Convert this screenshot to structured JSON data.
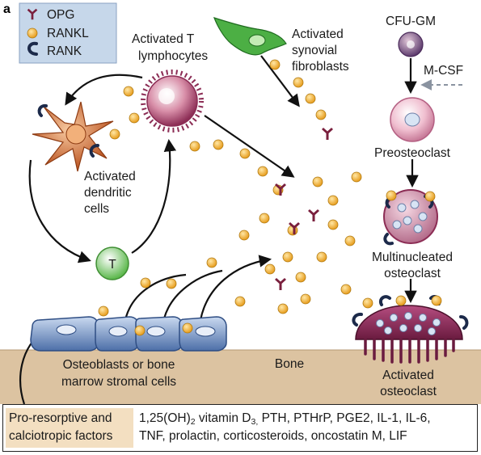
{
  "panel_letter": "a",
  "legend": {
    "items": [
      {
        "icon": "opg-icon",
        "label": "OPG"
      },
      {
        "icon": "rankl-icon",
        "label": "RANKL"
      },
      {
        "icon": "rank-icon",
        "label": "RANK"
      }
    ]
  },
  "labels": {
    "t_lymphocytes": [
      "Activated T",
      "lymphocytes"
    ],
    "synovial_fibroblasts": [
      "Activated",
      "synovial",
      "fibroblasts"
    ],
    "cfu_gm": "CFU-GM",
    "m_csf": "M-CSF",
    "preosteoclast": "Preosteoclast",
    "dendritic_cells": [
      "Activated",
      "dendritic",
      "cells"
    ],
    "t_cell": "T",
    "multinucleated": [
      "Multinucleated",
      "osteoclast"
    ],
    "osteoblasts": [
      "Osteoblasts or bone",
      "marrow stromal cells"
    ],
    "bone": "Bone",
    "activated_osteoclast": [
      "Activated",
      "osteoclast"
    ]
  },
  "factors": {
    "title": [
      "Pro-resorptive and",
      "calciotropic factors"
    ],
    "line1_pre": "1,25(OH)",
    "line1_sub1": "2",
    "line1_mid": " vitamin D",
    "line1_sub2": "3,",
    "line1_post": " PTH, PTHrP, PGE2, IL-1, IL-6,",
    "line2": "TNF, prolactin, corticosteroids, oncostatin M, LIF"
  },
  "colors": {
    "rankl": "#f2b63a",
    "opg": "#7a1f3d",
    "rank": "#1c2a4a",
    "legend_bg": "#c6d7ea",
    "bone": "#dcc3a1",
    "osteoclast": "#8a2a58",
    "t_cell": "#7fd066",
    "fibroblast": "#3aa13a",
    "dendritic": "#d7733a",
    "osteoblast": "#6e8fc4",
    "factors_bg": "#f3dfc1"
  }
}
